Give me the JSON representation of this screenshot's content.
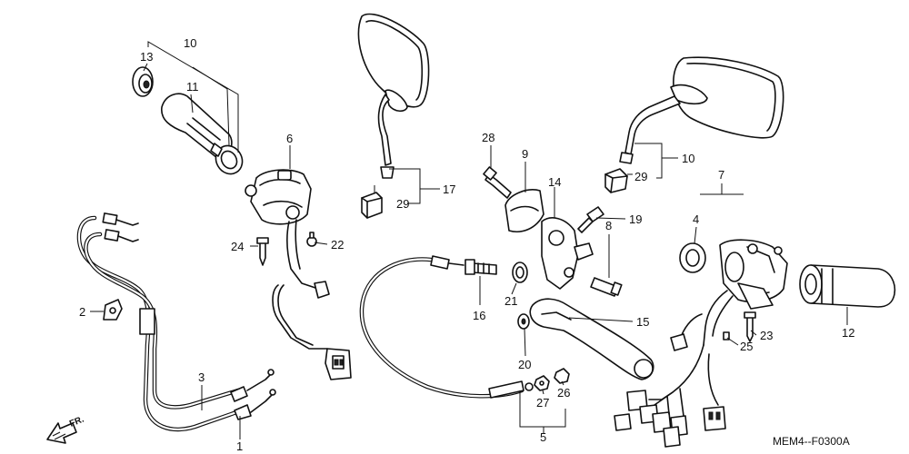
{
  "diagram_code": "MEM4--F0300A",
  "direction_label": "FR.",
  "callouts": {
    "c1": "1",
    "c2": "2",
    "c3": "3",
    "c4": "4",
    "c5": "5",
    "c6": "6",
    "c7": "7",
    "c8": "8",
    "c9": "9",
    "c10a": "10",
    "c10b": "10",
    "c11": "11",
    "c12": "12",
    "c13": "13",
    "c14": "14",
    "c15": "15",
    "c16": "16",
    "c17": "17",
    "c19": "19",
    "c20": "20",
    "c21": "21",
    "c22": "22",
    "c23": "23",
    "c24": "24",
    "c25": "25",
    "c26": "26",
    "c27": "27",
    "c29a": "29",
    "c29b": "29",
    "c28": "28"
  }
}
